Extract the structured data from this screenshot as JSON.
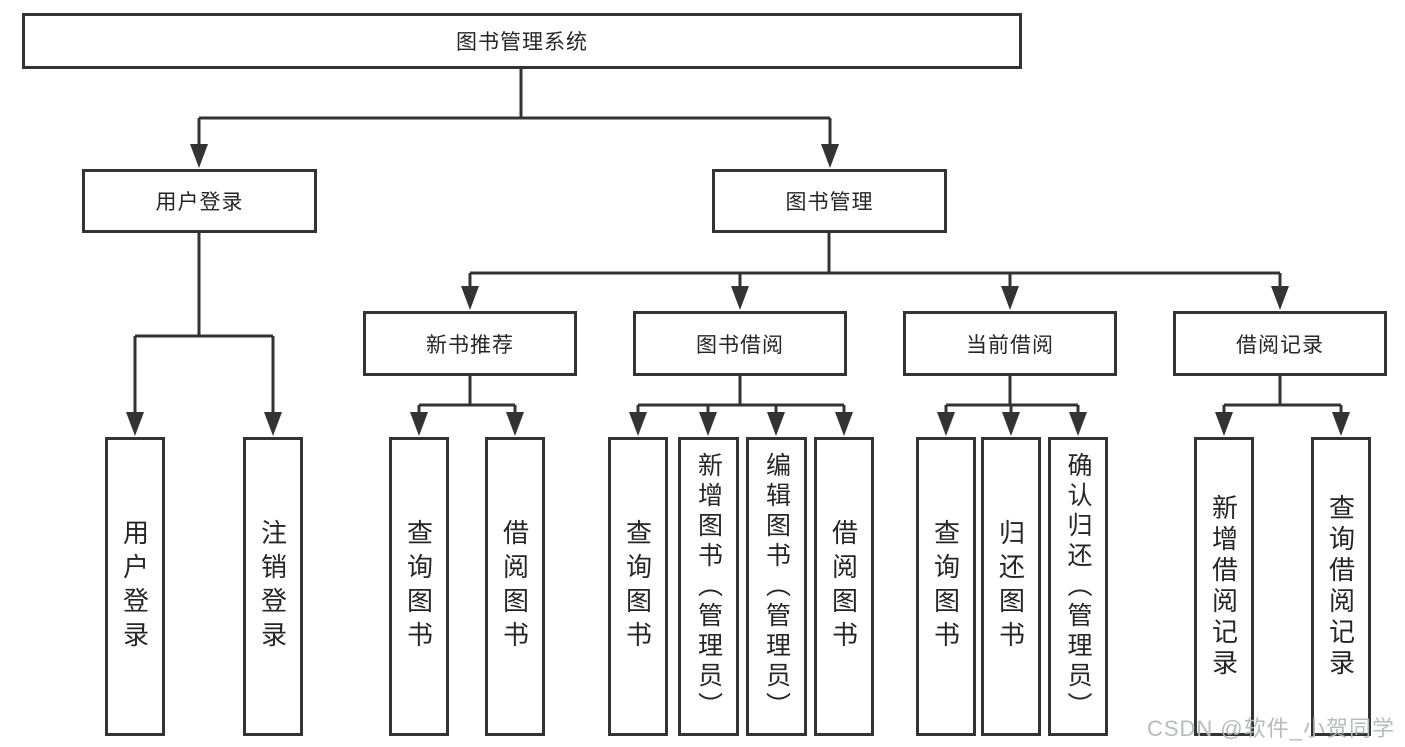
{
  "tree": {
    "root": "图书管理系统",
    "branches": [
      {
        "label": "用户登录",
        "leaves": [
          "用户登录",
          "注销登录"
        ]
      },
      {
        "label": "图书管理",
        "children": [
          {
            "label": "新书推荐",
            "leaves": [
              "查询图书",
              "借阅图书"
            ]
          },
          {
            "label": "图书借阅",
            "leaves": [
              "查询图书",
              "新增图书（管理员）",
              "编辑图书（管理员）",
              "借阅图书"
            ]
          },
          {
            "label": "当前借阅",
            "leaves": [
              "查询图书",
              "归还图书",
              "确认归还（管理员）"
            ]
          },
          {
            "label": "借阅记录",
            "leaves": [
              "新增借阅记录",
              "查询借阅记录"
            ]
          }
        ]
      }
    ]
  },
  "watermark": "CSDN @软件_小贺同学",
  "colors": {
    "line": "#333333",
    "text": "#262626",
    "background": "#ffffff",
    "watermark": "#b5b8bb"
  }
}
